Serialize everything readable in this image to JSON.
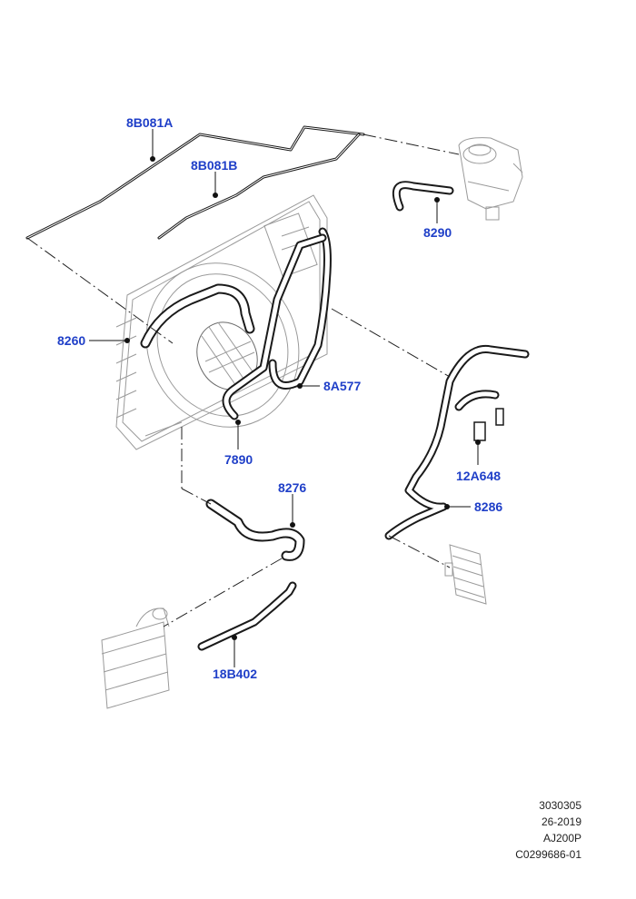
{
  "labels": {
    "pipe_8b081a": "8B081A",
    "pipe_8b081b": "8B081B",
    "hose_8290": "8290",
    "hose_8260": "8260",
    "hose_8a577": "8A577",
    "part_7890": "7890",
    "hose_8276": "8276",
    "sensor_12a648": "12A648",
    "hose_8286": "8286",
    "pipe_18b402": "18B402"
  },
  "footer": {
    "line1": "3030305",
    "line2": "26-2019",
    "line3": "AJ200P",
    "line4": "C0299686-01"
  },
  "colors": {
    "label": "#1f3fc8",
    "hose": "#1a1a1a",
    "component": "#9a9a9a"
  }
}
